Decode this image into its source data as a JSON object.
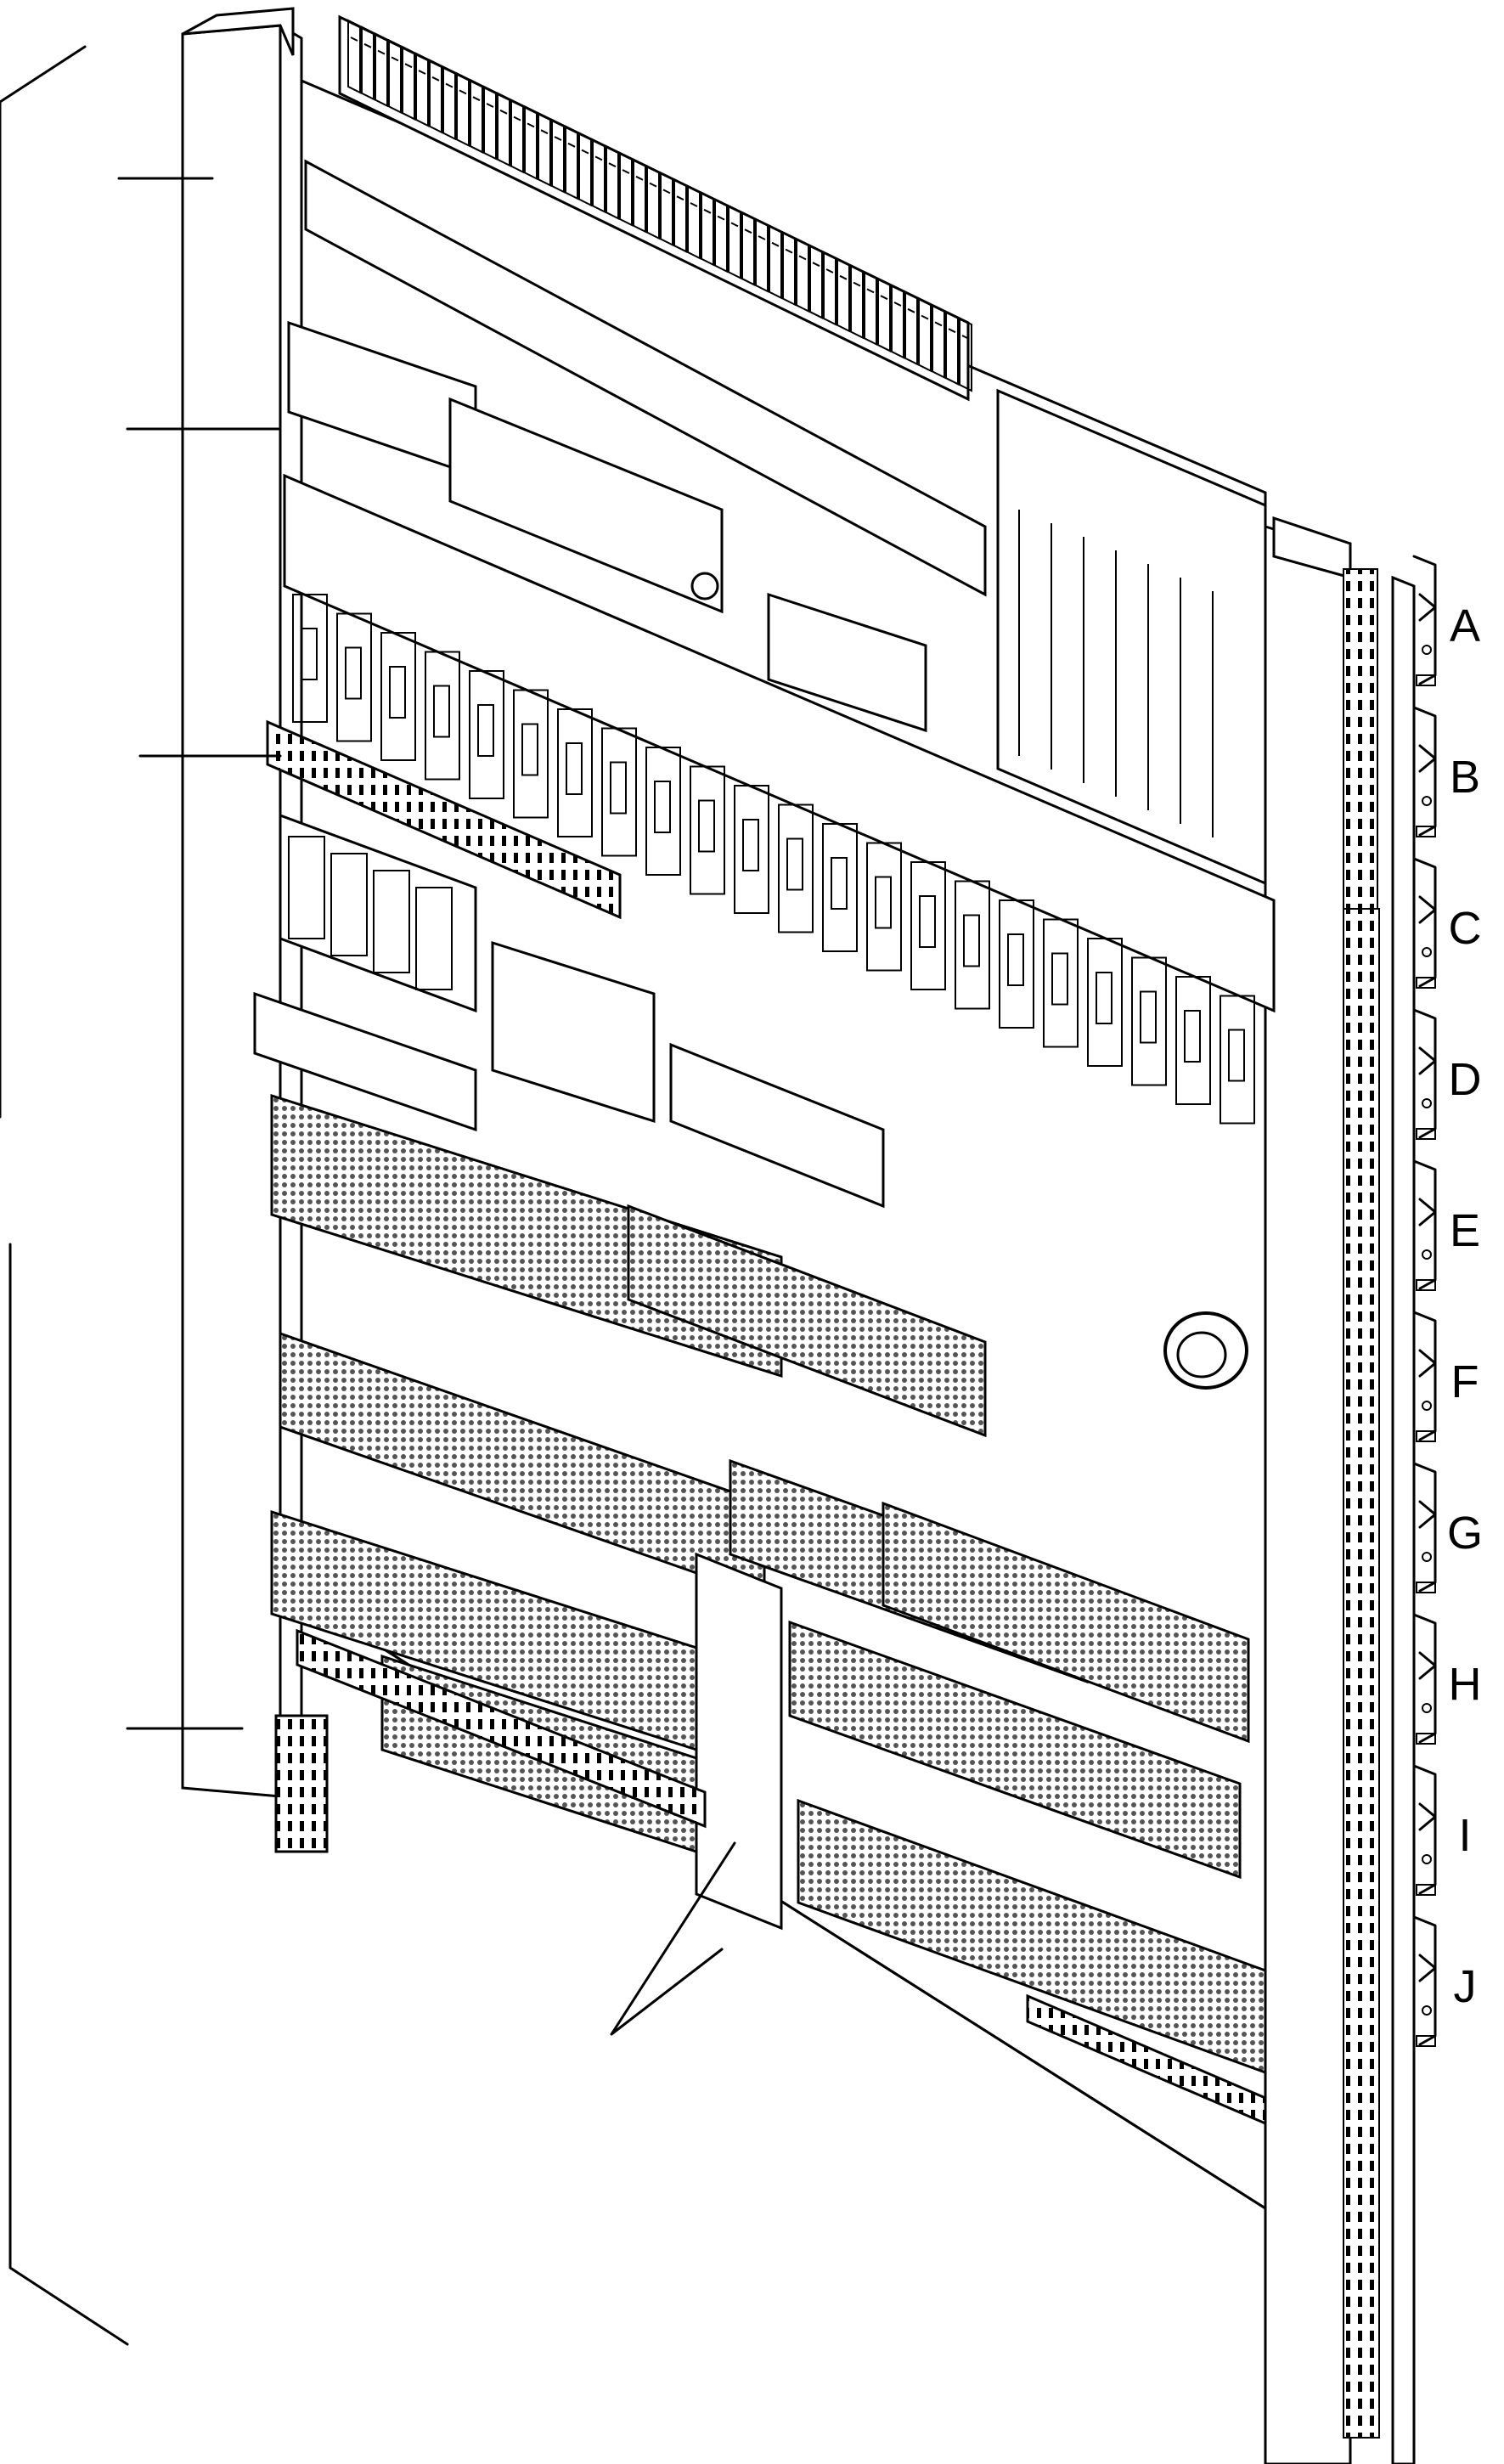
{
  "rows": [
    {
      "key": "A",
      "label": "A"
    },
    {
      "key": "B",
      "label": "B"
    },
    {
      "key": "C",
      "label": "C"
    },
    {
      "key": "D",
      "label": "D"
    },
    {
      "key": "E",
      "label": "E"
    },
    {
      "key": "F",
      "label": "F"
    },
    {
      "key": "G",
      "label": "G"
    },
    {
      "key": "H",
      "label": "H"
    },
    {
      "key": "I",
      "label": "I"
    },
    {
      "key": "J",
      "label": "J"
    }
  ],
  "callouts": [
    "left-callout-1",
    "left-callout-2",
    "left-callout-3",
    "left-callout-4",
    "bottom-callout"
  ],
  "colors": {
    "ink": "#000000",
    "paper": "#ffffff",
    "mesh": "#555555"
  }
}
